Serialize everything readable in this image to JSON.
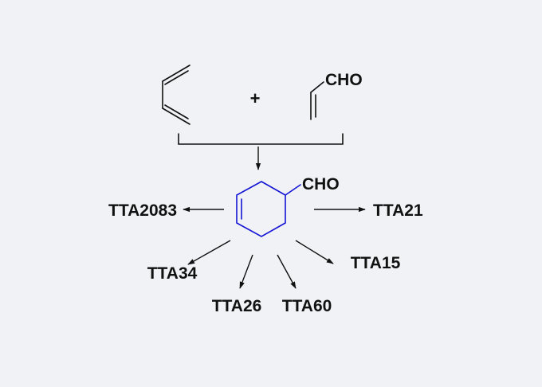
{
  "reactants": {
    "diene_label": "",
    "plus": "+",
    "dienophile_label": "CHO"
  },
  "product": {
    "substituent_label": "CHO",
    "highlight_color": "#1414d4"
  },
  "derivatives": {
    "left": "TTA2083",
    "right": "TTA21",
    "lower_left": "TTA34",
    "bottom_left": "TTA26",
    "bottom_right": "TTA60",
    "lower_right": "TTA15"
  },
  "colors": {
    "background": "#f0f2f5",
    "ink": "#111111"
  }
}
